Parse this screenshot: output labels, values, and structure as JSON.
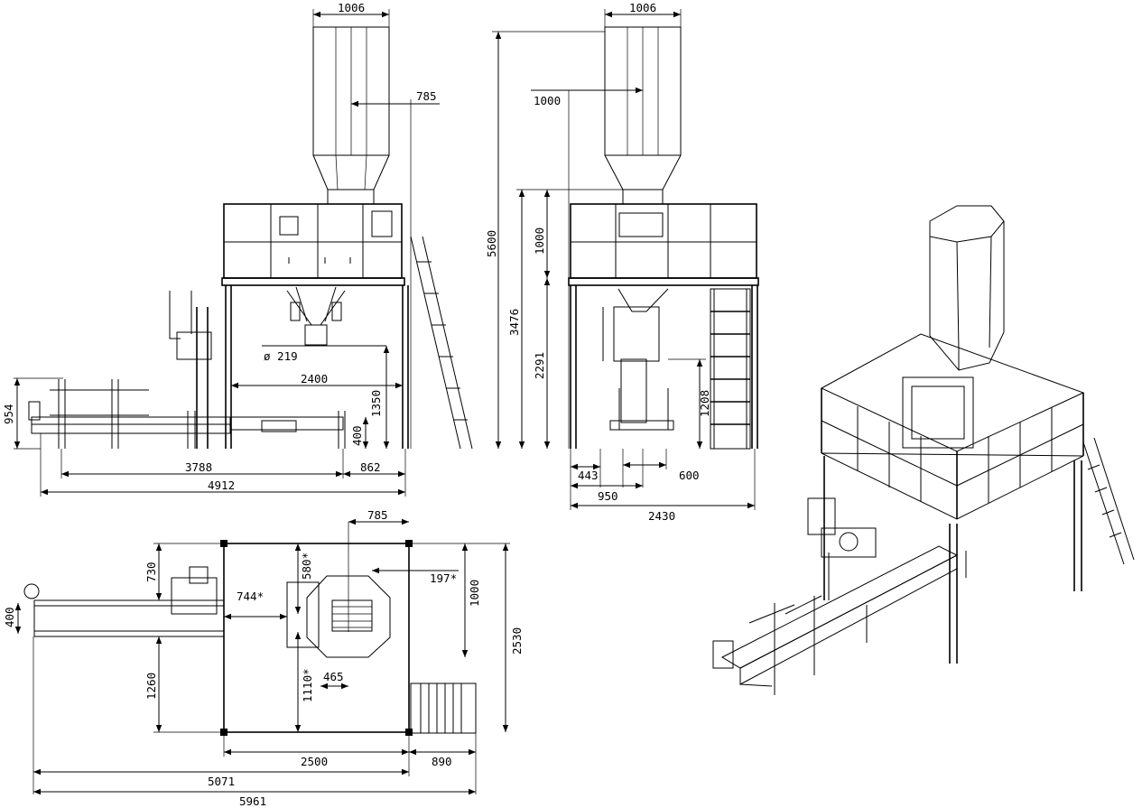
{
  "drawing": {
    "side_view": {
      "dims": {
        "hopper_width": "1006",
        "hopper_offset": "785",
        "outlet_diameter": "ø 219",
        "frame_span": "2400",
        "spout_height": "1350",
        "conveyor_height": "954",
        "conveyor_clear": "400",
        "conveyor_length": "3788",
        "stair_run": "862",
        "total_length": "4912"
      }
    },
    "front_view": {
      "dims": {
        "hopper_width": "1006",
        "hopper_offset": "1000",
        "total_height": "5600",
        "platform_height": "3476",
        "hopper_cone_height": "1000",
        "under_platform": "2291",
        "bag_height": "1208",
        "bag_offset": "443",
        "bag_width": "600",
        "base_span": "950",
        "total_width": "2430"
      }
    },
    "plan_view": {
      "dims": {
        "offset_top": "785",
        "edge_top": "730",
        "inner_top": "580*",
        "right_gap": "197*",
        "hopper_depth": "1000",
        "frame_depth": "2530",
        "left_offset": "744*",
        "conveyor_width": "400",
        "bottom_inner": "1110*",
        "center_gap": "465",
        "bottom_edge": "1260",
        "frame_width": "2500",
        "stair_width": "890",
        "width_a": "5071",
        "width_total": "5961"
      }
    }
  }
}
